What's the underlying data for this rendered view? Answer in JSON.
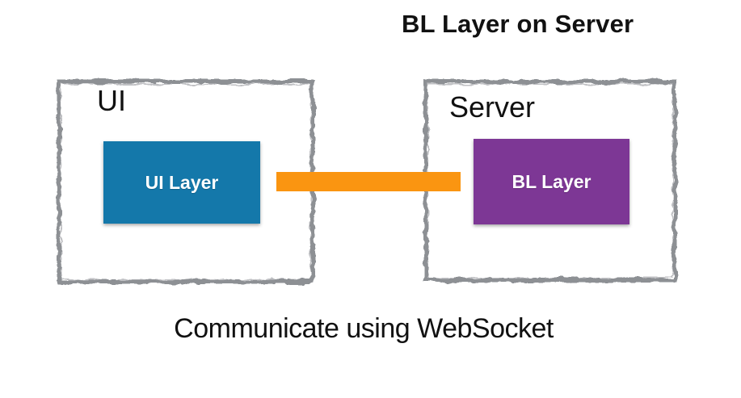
{
  "slide": {
    "title": "BL Layer on Server",
    "caption": "Communicate using WebSocket",
    "colors": {
      "background": "#ffffff",
      "text": "#111111",
      "frame": "#8d9094",
      "ui_layer_fill": "#1478aa",
      "bl_layer_fill": "#7d3795",
      "connector": "#fa9511",
      "inner_label_text": "#ffffff"
    },
    "ui_group": {
      "label": "UI",
      "layer_label": "UI Layer"
    },
    "server_group": {
      "label": "Server",
      "layer_label": "BL Layer"
    }
  }
}
